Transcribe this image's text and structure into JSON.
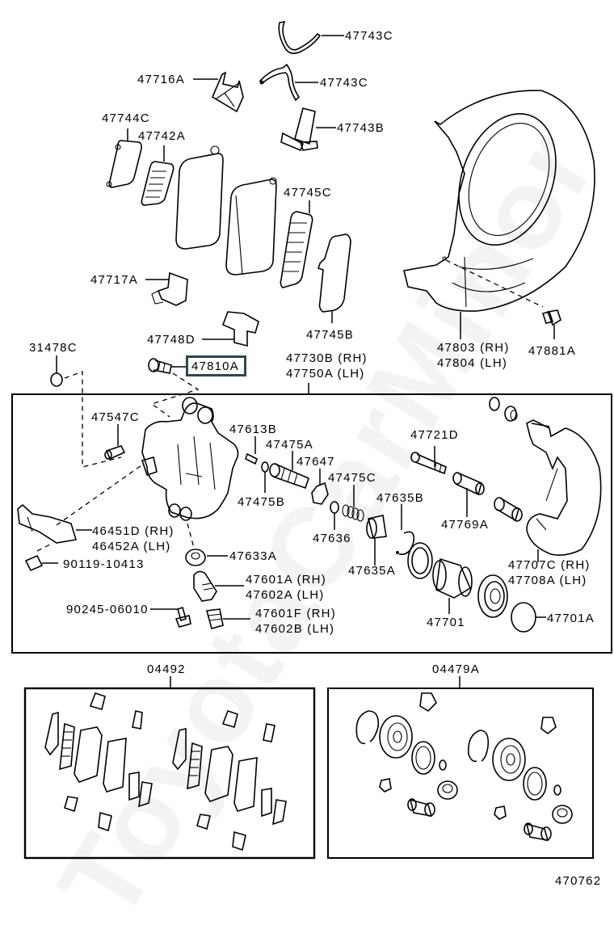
{
  "diagram": {
    "title_code": "470762",
    "highlighted_part": "47810A",
    "watermark": "ToyotaCarMinor",
    "labels": {
      "p47743C_1": "47743C",
      "p47743C_2": "47743C",
      "p47716A": "47716A",
      "p47743B": "47743B",
      "p47744C": "47744C",
      "p47742A": "47742A",
      "p47745C": "47745C",
      "p47717A": "47717A",
      "p47745B": "47745B",
      "p47748D": "47748D",
      "p31478C": "31478C",
      "p47810A": "47810A",
      "p47730B": "47730B (RH)",
      "p47750A": "47750A (LH)",
      "p47803": "47803 (RH)",
      "p47804": "47804 (LH)",
      "p47881A": "47881A",
      "p47547C": "47547C",
      "p47613B": "47613B",
      "p47475A": "47475A",
      "p47647": "47647",
      "p47475C": "47475C",
      "p47475B": "47475B",
      "p47721D": "47721D",
      "p47635B": "47635B",
      "p47769A": "47769A",
      "p47636": "47636",
      "p47635A": "47635A",
      "p46451D": "46451D (RH)",
      "p46452A": "46452A (LH)",
      "p47633A": "47633A",
      "p90119": "90119-10413",
      "p47601A": "47601A (RH)",
      "p47602A": "47602A (LH)",
      "p90245": "90245-06010",
      "p47601F": "47601F (RH)",
      "p47602B": "47602B (LH)",
      "p47707C": "47707C (RH)",
      "p47708A": "47708A (LH)",
      "p47701": "47701",
      "p47701A": "47701A",
      "p04492": "04492",
      "p04479A": "04479A"
    }
  }
}
